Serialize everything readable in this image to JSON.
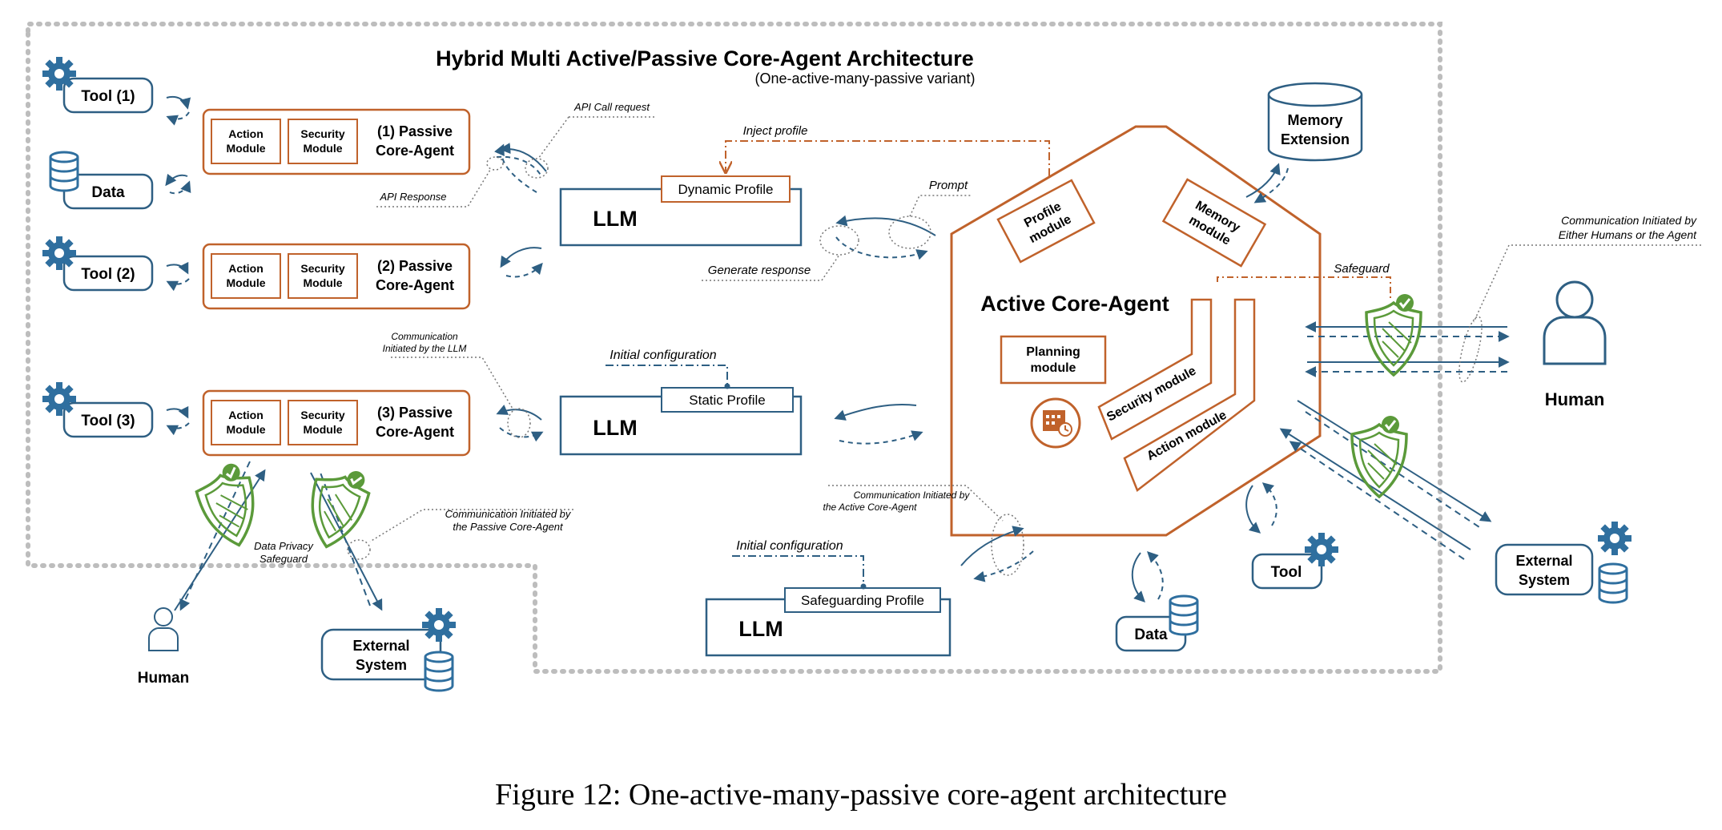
{
  "title": "Hybrid Multi Active/Passive Core-Agent Architecture",
  "subtitle": "(One-active-many-passive variant)",
  "caption": "Figure 12: One-active-many-passive core-agent architecture",
  "colors": {
    "orange": "#c0622b",
    "blue": "#2e5f83",
    "green": "#5b9a3a",
    "gear": "#2f6f9f",
    "dots": "#bdbdbd"
  },
  "passive_agents": [
    {
      "tool": "Tool (1)",
      "action": "Action Module",
      "security": "Security Module",
      "label": "(1) Passive Core-Agent",
      "data": "Data"
    },
    {
      "tool": "Tool (2)",
      "action": "Action Module",
      "security": "Security Module",
      "label": "(2) Passive Core-Agent"
    },
    {
      "tool": "Tool (3)",
      "action": "Action Module",
      "security": "Security Module",
      "label": "(3) Passive Core-Agent"
    }
  ],
  "llms": [
    {
      "label": "LLM",
      "profile": "Dynamic Profile"
    },
    {
      "label": "LLM",
      "profile": "Static Profile"
    },
    {
      "label": "LLM",
      "profile": "Safeguarding Profile"
    }
  ],
  "annotations": {
    "api_call": "API Call request",
    "api_response": "API Response",
    "inject_profile": "Inject profile",
    "prompt": "Prompt",
    "generate_response": "Generate response",
    "comm_llm": "Communication Initiated by the LLM",
    "initial_config_1": "Initial configuration",
    "initial_config_2": "Initial configuration",
    "comm_passive": "Communication Initiated by the Passive Core-Agent",
    "comm_active": "Communication Initiated by the Active Core-Agent",
    "data_privacy": "Data Privacy Safeguard",
    "safeguard": "Safeguard",
    "comm_either": "Communication Initiated by Either Humans or the Agent"
  },
  "active_agent": {
    "title": "Active Core-Agent",
    "profile_module": "Profile module",
    "memory_module": "Memory module",
    "planning_module": "Planning module",
    "security_module": "Security module",
    "action_module": "Action module"
  },
  "memory_extension": "Memory Extension",
  "human_right": "Human",
  "human_bottom": "Human",
  "external_right": "External System",
  "external_bottom": "External System",
  "tool_bottom": "Tool",
  "data_bottom": "Data"
}
